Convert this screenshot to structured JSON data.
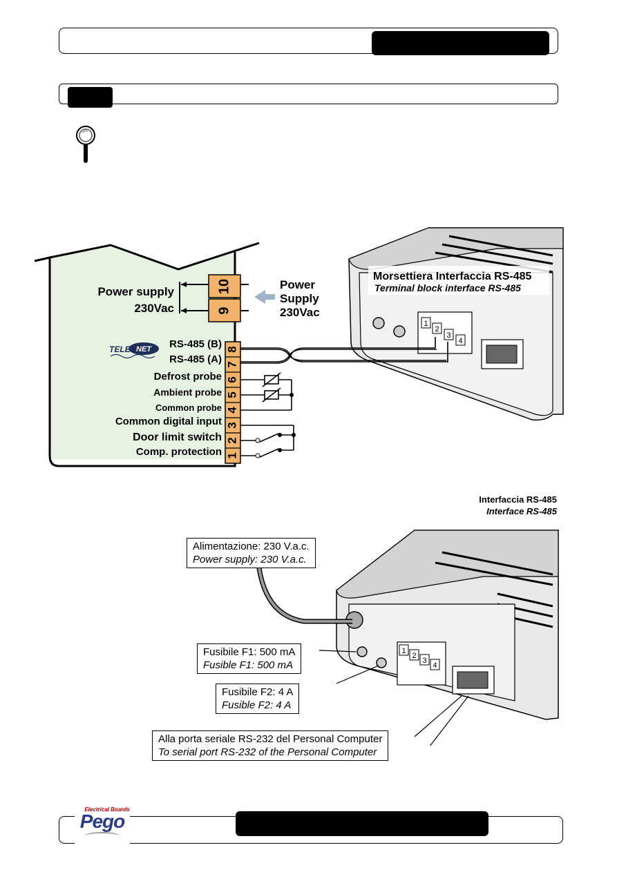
{
  "header": {
    "title_bar": "",
    "badge": ""
  },
  "section": {
    "tab_label": ""
  },
  "icon": {
    "name": "magnifier-icon"
  },
  "wiring": {
    "power_supply_label": "Power supply",
    "power_supply_voltage": "230Vac",
    "power_supply_right_1": "Power",
    "power_supply_right_2": "Supply",
    "power_supply_right_3": "230Vac",
    "telenet_logo": "TELE NET",
    "terminals": [
      {
        "number": "10",
        "label": ""
      },
      {
        "number": "9",
        "label": ""
      },
      {
        "number": "8",
        "label": "RS-485 (B)"
      },
      {
        "number": "7",
        "label": "RS-485 (A)"
      },
      {
        "number": "6",
        "label": "Defrost probe"
      },
      {
        "number": "5",
        "label": "Ambient probe"
      },
      {
        "number": "4",
        "label": "Common probe"
      },
      {
        "number": "3",
        "label": "Common digital input"
      },
      {
        "number": "2",
        "label": "Door limit switch"
      },
      {
        "number": "1",
        "label": "Comp. protection"
      }
    ],
    "device_title_it": "Morsettiera Interfaccia RS-485",
    "device_title_en": "Terminal block interface RS-485",
    "block_numbers": [
      "1",
      "2",
      "3",
      "4"
    ]
  },
  "interface": {
    "title_it": "Interfaccia RS-485",
    "title_en": "Interface RS-485",
    "callouts": [
      {
        "it": "Alimentazione: 230 V.a.c.",
        "en": "Power supply: 230 V.a.c."
      },
      {
        "it": "Fusibile F1: 500 mA",
        "en": "Fusible F1: 500 mA"
      },
      {
        "it": "Fusibile F2: 4 A",
        "en": "Fusible F2: 4 A"
      },
      {
        "it": "Alla porta seriale RS-232 del Personal Computer",
        "en": "To serial port RS-232 of the Personal Computer"
      }
    ],
    "block_numbers": [
      "1",
      "2",
      "3",
      "4"
    ]
  },
  "footer": {
    "logo_top": "Electrical Boards",
    "logo_main": "Pego",
    "bar_text": ""
  }
}
